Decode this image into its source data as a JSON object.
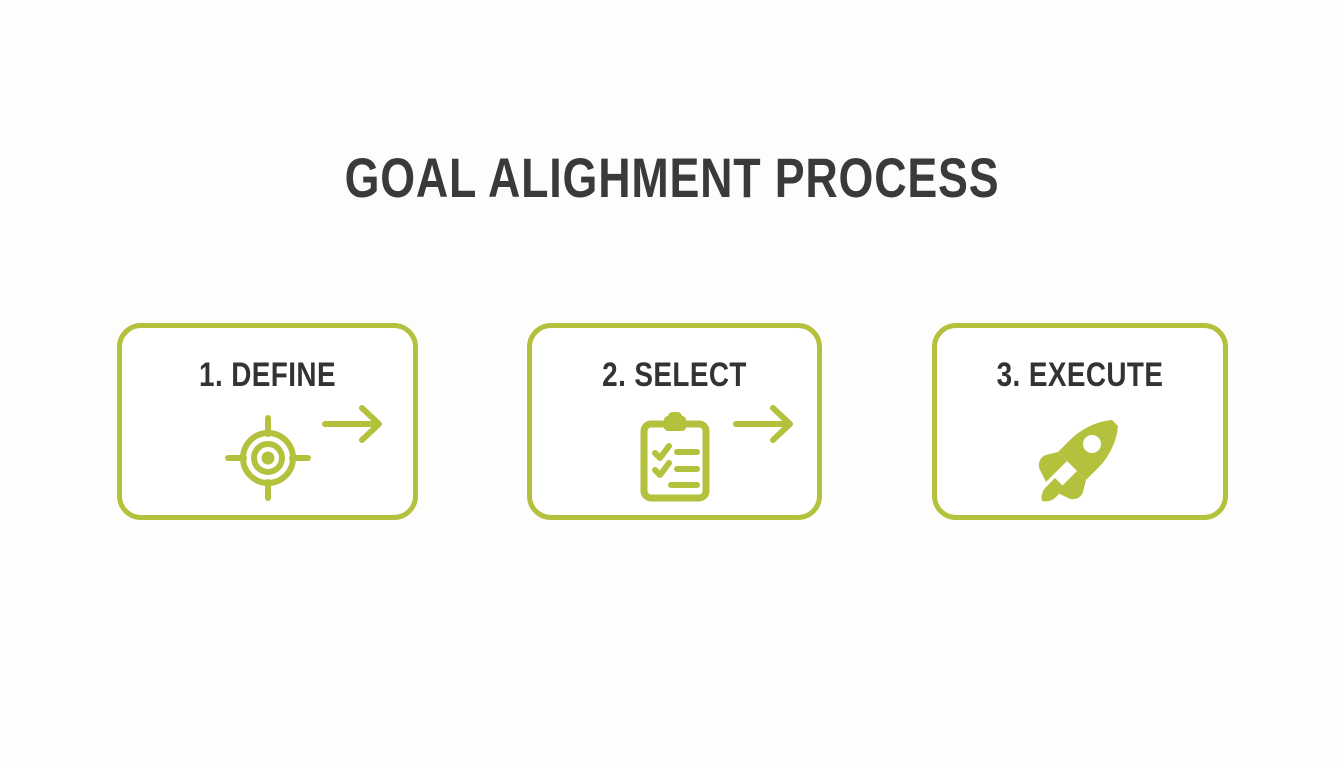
{
  "slide": {
    "title": "GOAL ALIGHMENT PROCESS",
    "background_color": "#fdfdfb",
    "accent_color": "#b3c13d",
    "title_color": "#3a3a38"
  },
  "steps": [
    {
      "label": "1. DEFINE",
      "icon": "target-crosshair-icon"
    },
    {
      "label": "2. SELECT",
      "icon": "clipboard-checklist-icon"
    },
    {
      "label": "3. EXECUTE",
      "icon": "rocket-icon"
    }
  ],
  "connectors": [
    {
      "icon": "arrow-right-icon"
    },
    {
      "icon": "arrow-right-icon"
    }
  ]
}
